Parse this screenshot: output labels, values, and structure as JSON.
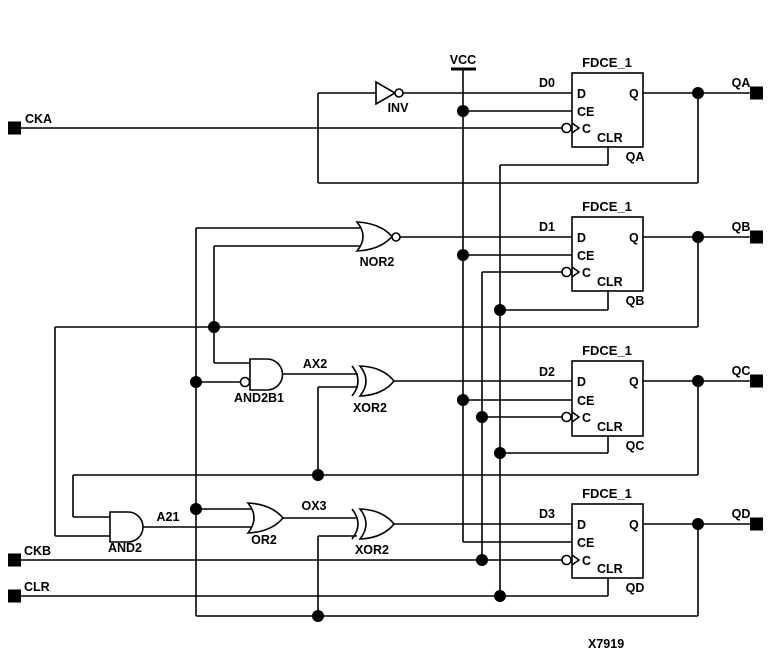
{
  "figure_label": "X7919",
  "power": {
    "vcc": "VCC"
  },
  "inputs": {
    "cka": "CKA",
    "ckb": "CKB",
    "clr": "CLR"
  },
  "outputs": {
    "qa": "QA",
    "qb": "QB",
    "qc": "QC",
    "qd": "QD"
  },
  "gates": {
    "inv": "INV",
    "nor2": "NOR2",
    "and2b1": "AND2B1",
    "xor2_upper": "XOR2",
    "and2": "AND2",
    "or2": "OR2",
    "xor2_lower": "XOR2"
  },
  "net_labels": {
    "d0": "D0",
    "d1": "D1",
    "d2": "D2",
    "d3": "D3",
    "ax2": "AX2",
    "a21": "A21",
    "ox3": "OX3"
  },
  "flipflops": [
    {
      "title": "FDCE_1",
      "ports": {
        "d": "D",
        "ce": "CE",
        "c": "C",
        "clr": "CLR",
        "q": "Q"
      },
      "output_label": "QA"
    },
    {
      "title": "FDCE_1",
      "ports": {
        "d": "D",
        "ce": "CE",
        "c": "C",
        "clr": "CLR",
        "q": "Q"
      },
      "output_label": "QB"
    },
    {
      "title": "FDCE_1",
      "ports": {
        "d": "D",
        "ce": "CE",
        "c": "C",
        "clr": "CLR",
        "q": "Q"
      },
      "output_label": "QC"
    },
    {
      "title": "FDCE_1",
      "ports": {
        "d": "D",
        "ce": "CE",
        "c": "C",
        "clr": "CLR",
        "q": "Q"
      },
      "output_label": "QD"
    }
  ]
}
